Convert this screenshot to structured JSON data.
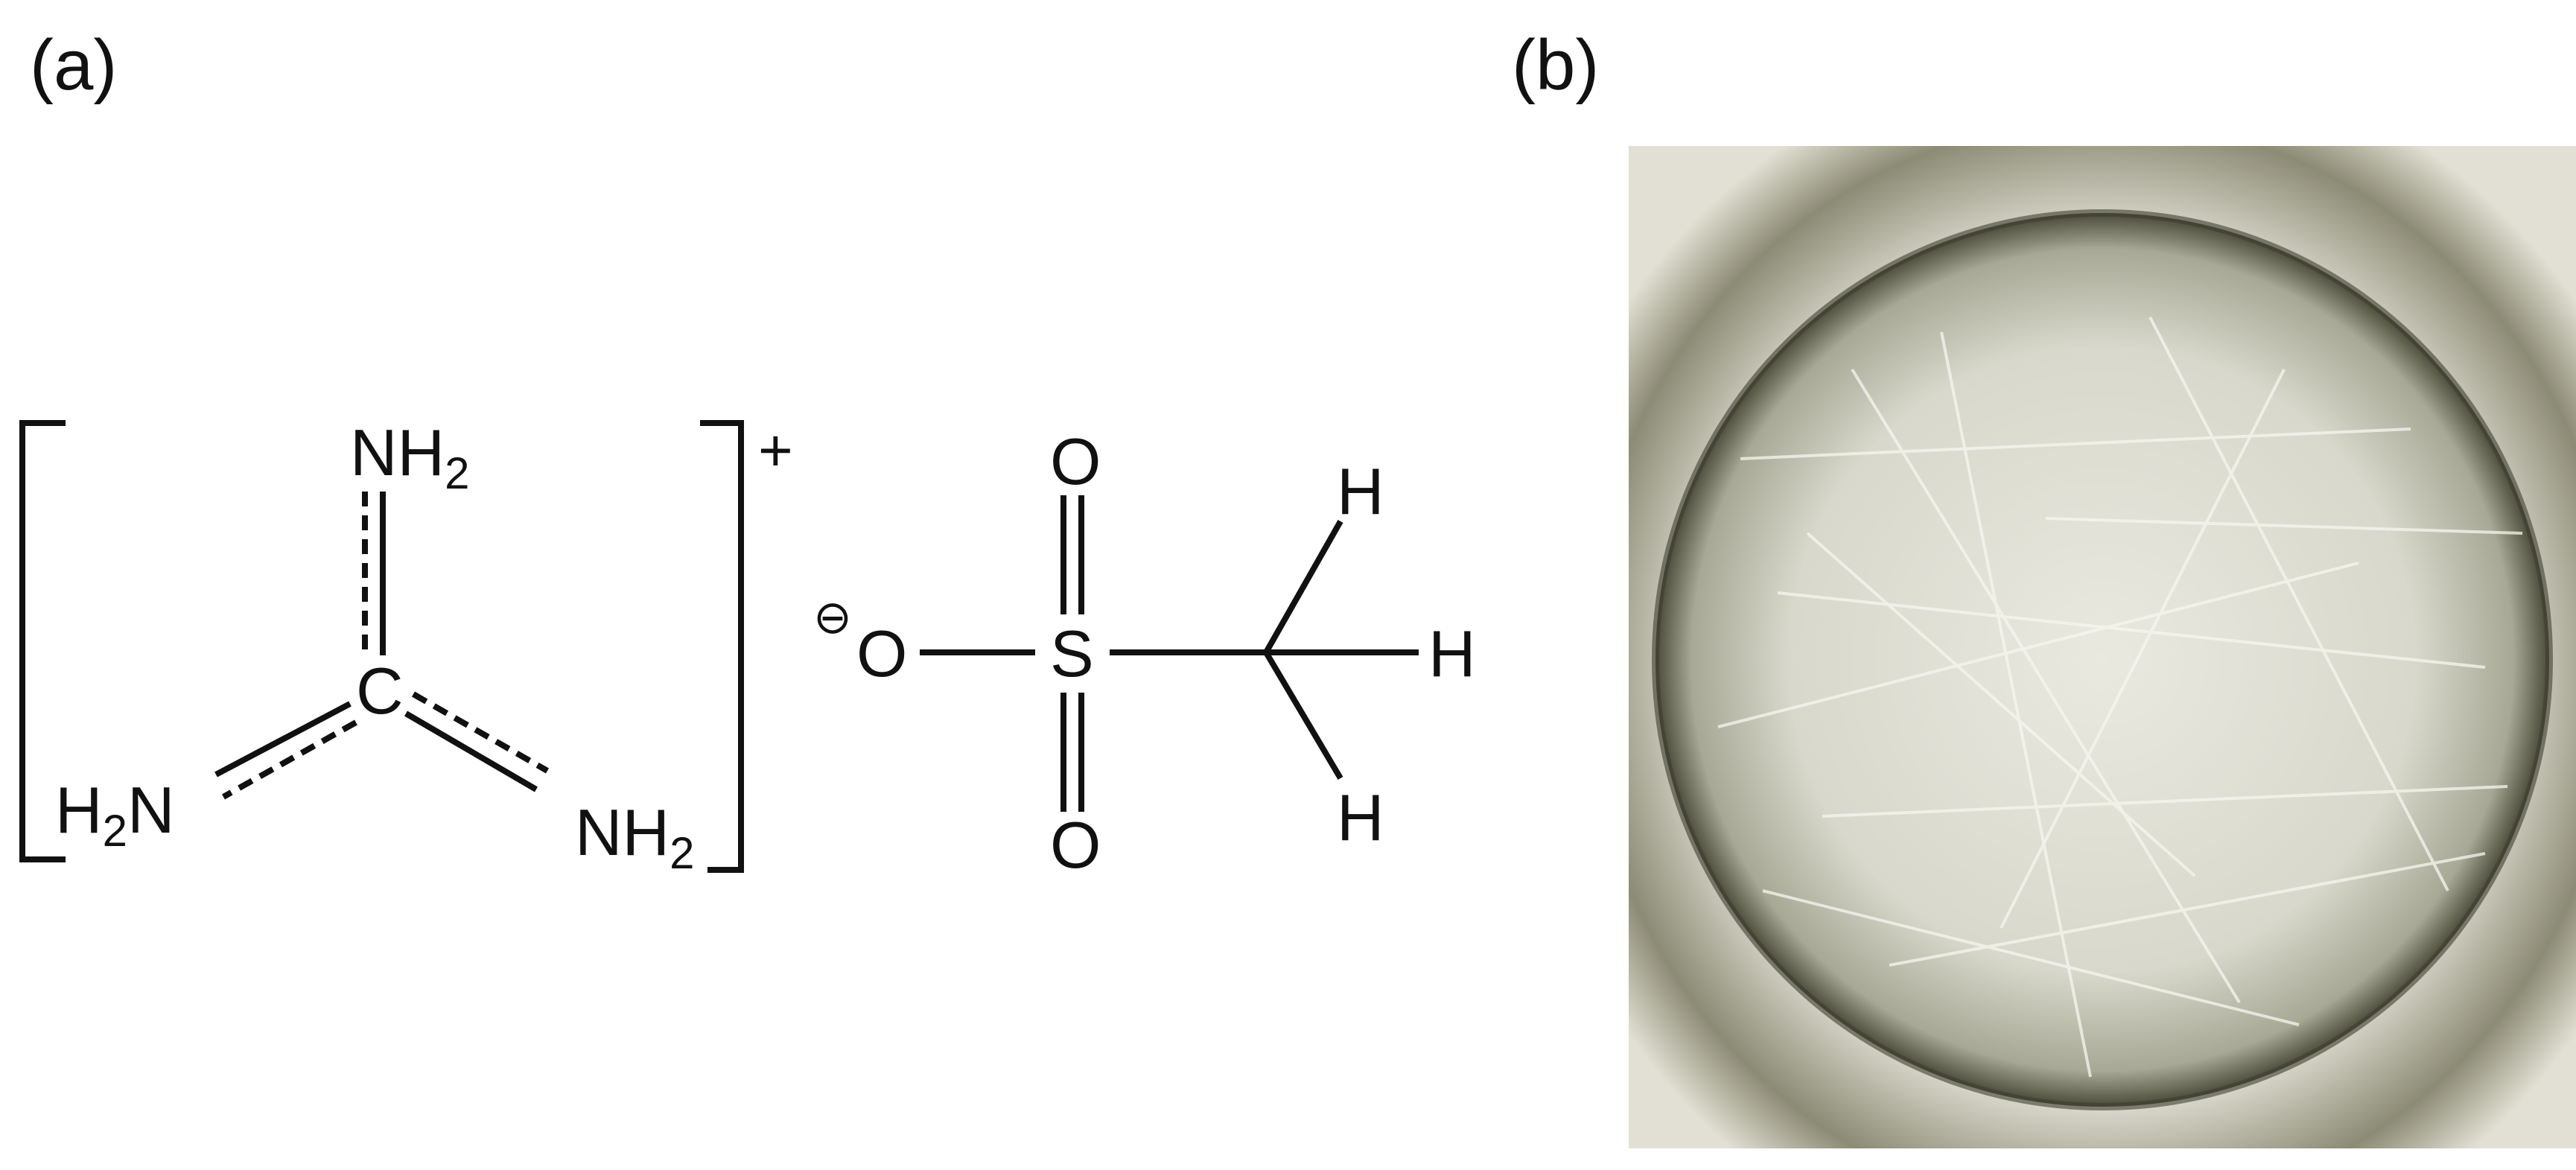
{
  "panel_labels": {
    "a": "(a)",
    "b": "(b)"
  },
  "cation": {
    "charge": "+",
    "center_atom": "C",
    "groups": {
      "top": {
        "main": "NH",
        "sub": "2"
      },
      "left": {
        "pre": "H",
        "sub": "2",
        "post": "N"
      },
      "right": {
        "main": "NH",
        "sub": "2"
      }
    }
  },
  "anion": {
    "charge_symbol": "⊖",
    "oxygen_single": "O",
    "sulfur": "S",
    "oxygen_top": "O",
    "oxygen_bottom": "O",
    "hydrogen_top": "H",
    "hydrogen_mid": "H",
    "hydrogen_bottom": "H"
  },
  "colors": {
    "ink": "#111111",
    "photo_bg": "#e8e6dc",
    "crystal": "#d9d9cf",
    "vignette": "#5a5a48"
  }
}
